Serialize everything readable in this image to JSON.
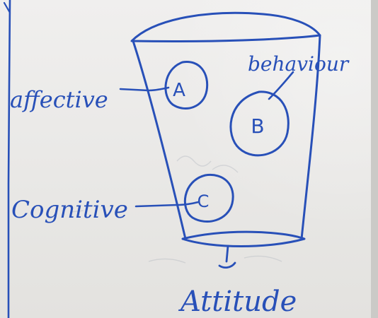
{
  "labels": {
    "affective": "affective",
    "behavioural": "behaviour",
    "cognitive": "Cognitive",
    "attitude": "Attitude"
  },
  "components": {
    "a": "A",
    "b": "B",
    "c": "C"
  },
  "colors": {
    "ink": "#2850b8",
    "paper": "#ecebea"
  }
}
